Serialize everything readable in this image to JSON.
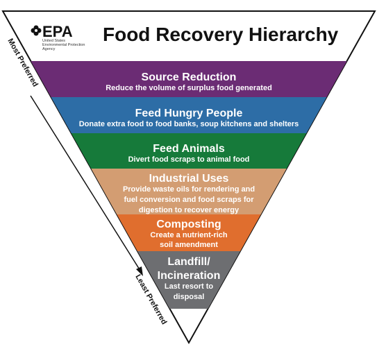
{
  "header": {
    "logo_mark": "EPA",
    "agency_lines": [
      "United States",
      "Environmental Protection",
      "Agency"
    ],
    "title": "Food Recovery Hierarchy"
  },
  "tiers": [
    {
      "title": "Source Reduction",
      "description": [
        "Reduce the volume of surplus food generated"
      ],
      "color": "#6b2c74"
    },
    {
      "title": "Feed Hungry People",
      "description": [
        "Donate extra food to food banks, soup kitchens and shelters"
      ],
      "color": "#2d6da6"
    },
    {
      "title": "Feed Animals",
      "description": [
        "Divert food scraps to animal food"
      ],
      "color": "#167a3a"
    },
    {
      "title": "Industrial Uses",
      "description": [
        "Provide waste oils for rendering and",
        "fuel conversion and food scraps for",
        "digestion to recover energy"
      ],
      "color": "#d39d72"
    },
    {
      "title": "Composting",
      "description": [
        "Create a nutrient-rich",
        "soil amendment"
      ],
      "color": "#e06e2e"
    },
    {
      "title": [
        "Landfill/",
        "Incineration"
      ],
      "description": [
        "Last resort to",
        "disposal"
      ],
      "color": "#6d6e71"
    }
  ],
  "side_labels": {
    "top": "Most Preferred",
    "bottom": "Least Preferred"
  },
  "colors": {
    "outline": "#111111",
    "background": "#ffffff"
  }
}
